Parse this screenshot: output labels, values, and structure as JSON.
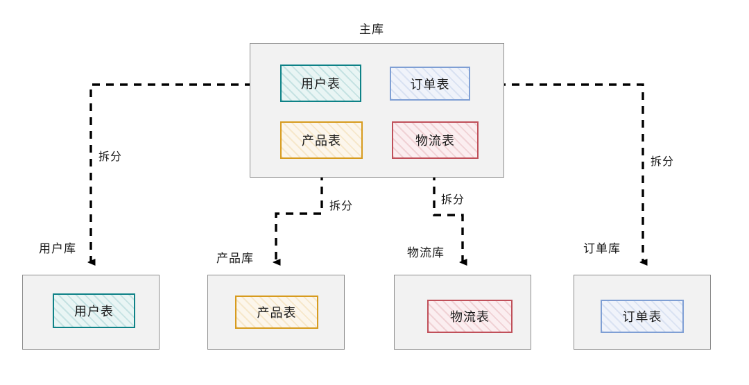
{
  "diagram": {
    "title": "主库",
    "background_color": "#ffffff",
    "container_fill": "#f2f2f2",
    "container_stroke": "#8c8c8c",
    "edge_color": "#000000",
    "edge_style": "dashed"
  },
  "main_db": {
    "label": "主库",
    "tables": [
      {
        "name": "用户表",
        "color": "#0e8287",
        "color_name": "teal"
      },
      {
        "name": "订单表",
        "color": "#7f9fd4",
        "color_name": "blue"
      },
      {
        "name": "产品表",
        "color": "#d79b1e",
        "color_name": "amber"
      },
      {
        "name": "物流表",
        "color": "#c0505a",
        "color_name": "red"
      }
    ]
  },
  "shard_dbs": [
    {
      "label": "用户库",
      "table": "用户表",
      "color": "#0e8287",
      "color_name": "teal"
    },
    {
      "label": "产品库",
      "table": "产品表",
      "color": "#d79b1e",
      "color_name": "amber"
    },
    {
      "label": "物流库",
      "table": "物流表",
      "color": "#c0505a",
      "color_name": "red"
    },
    {
      "label": "订单库",
      "table": "订单表",
      "color": "#7f9fd4",
      "color_name": "blue"
    }
  ],
  "edges": [
    {
      "from": "用户表",
      "to": "用户库",
      "label": "拆分"
    },
    {
      "from": "产品表",
      "to": "产品库",
      "label": "拆分"
    },
    {
      "from": "物流表",
      "to": "物流库",
      "label": "拆分"
    },
    {
      "from": "订单表",
      "to": "订单库",
      "label": "拆分"
    }
  ]
}
